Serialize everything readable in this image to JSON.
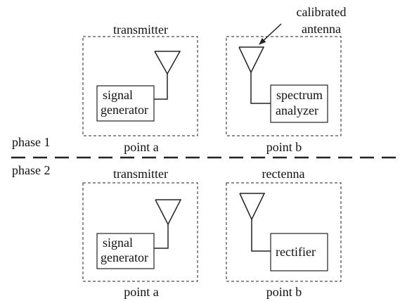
{
  "phase1": {
    "label": "phase 1",
    "left": {
      "title": "transmitter",
      "device_line1": "signal",
      "device_line2": "generator",
      "point": "point a"
    },
    "right": {
      "title_line1": "calibrated",
      "title_line2": "antenna",
      "device_line1": "spectrum",
      "device_line2": "analyzer",
      "point": "point b"
    }
  },
  "phase2": {
    "label": "phase 2",
    "left": {
      "title": "transmitter",
      "device_line1": "signal",
      "device_line2": "generator",
      "point": "point a"
    },
    "right": {
      "title": "rectenna",
      "device": "rectifier",
      "point": "point b"
    }
  }
}
